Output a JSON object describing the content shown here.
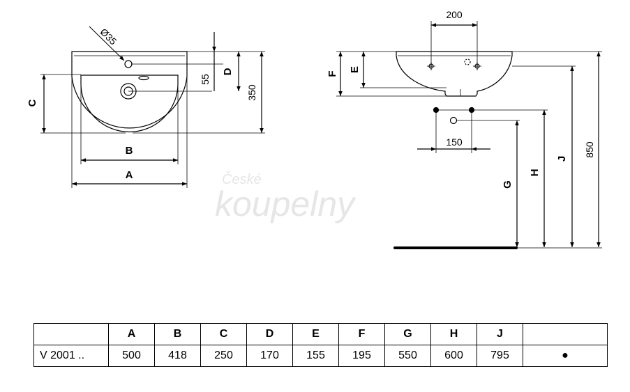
{
  "drawing": {
    "watermark": {
      "line1": "České",
      "line2": "koupelny"
    },
    "top_view": {
      "tap_hole_label": "Ø35",
      "dim_55": "55",
      "dim_350": "350",
      "label_A": "A",
      "label_B": "B",
      "label_C": "C",
      "label_D": "D"
    },
    "side_view": {
      "dim_200": "200",
      "dim_150": "150",
      "dim_850": "850",
      "label_E": "E",
      "label_F": "F",
      "label_G": "G",
      "label_H": "H",
      "label_J": "J"
    }
  },
  "table": {
    "headers": [
      "",
      "A",
      "B",
      "C",
      "D",
      "E",
      "F",
      "G",
      "H",
      "J",
      ""
    ],
    "rows": [
      {
        "model": "V 2001 ..",
        "values": [
          "500",
          "418",
          "250",
          "170",
          "155",
          "195",
          "550",
          "600",
          "795"
        ],
        "marker": "●"
      }
    ]
  }
}
